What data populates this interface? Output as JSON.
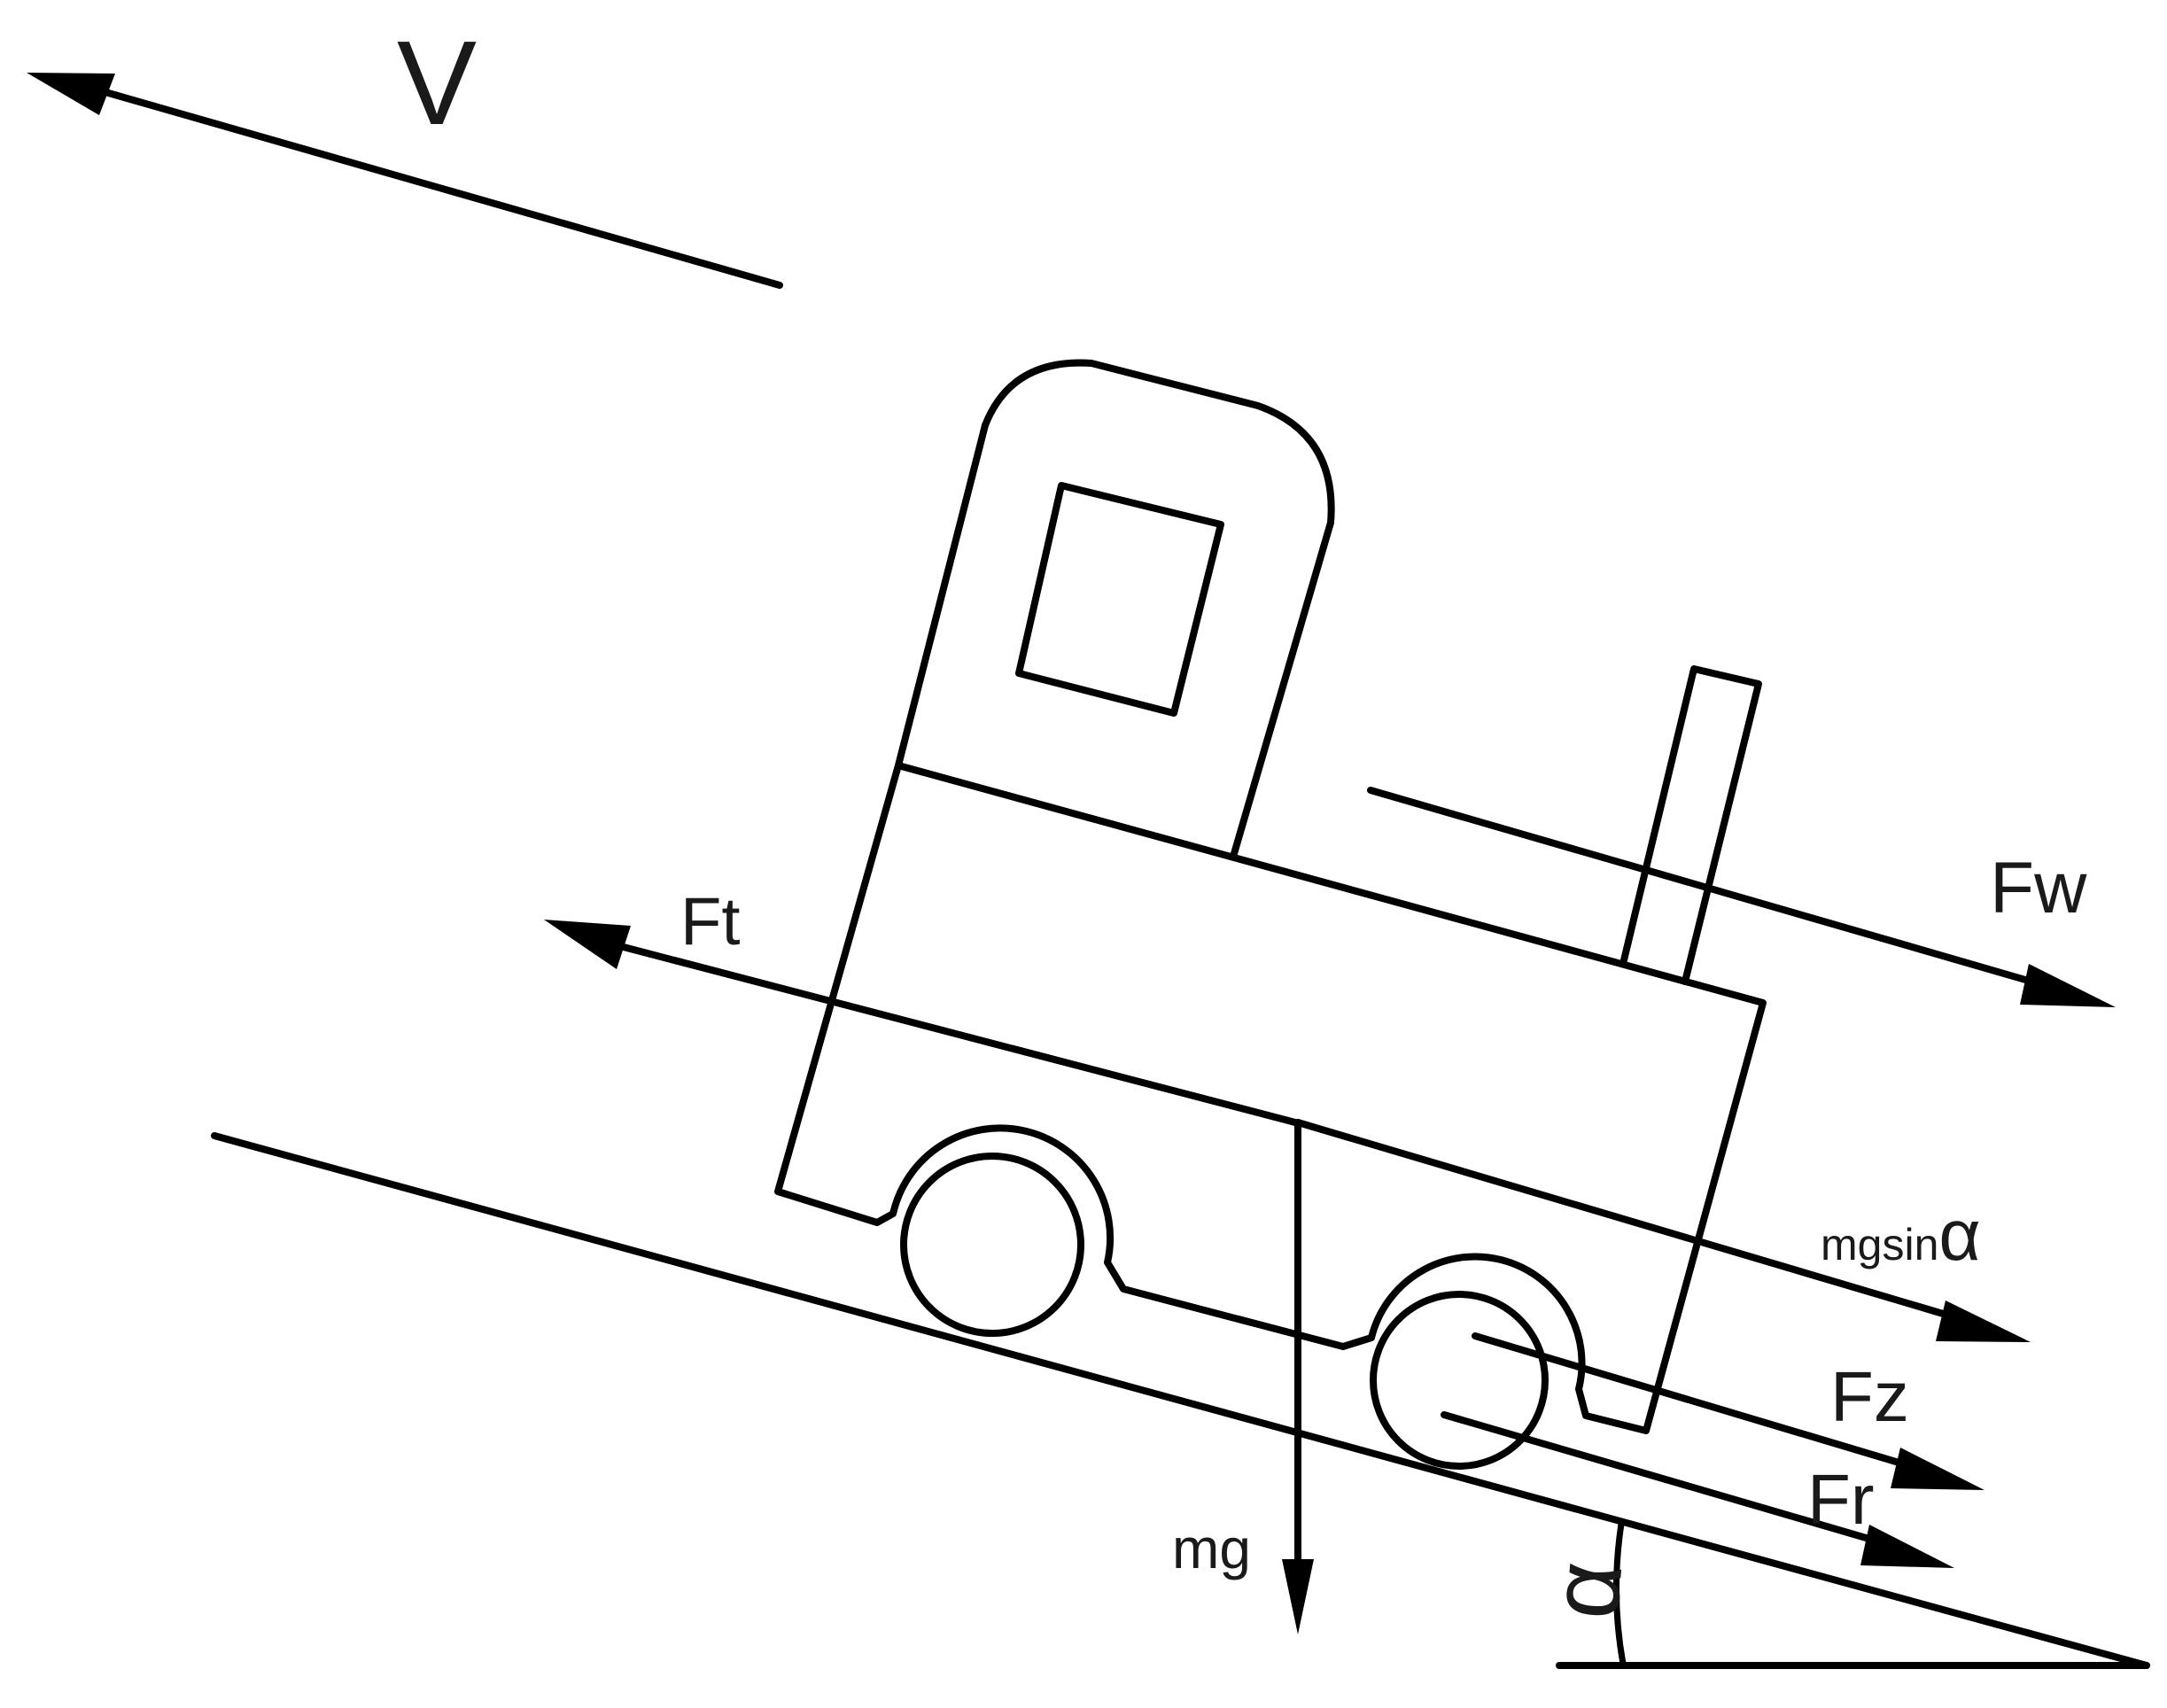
{
  "diagram": {
    "labels": {
      "velocity": "V",
      "traction_force": "Ft",
      "wind_force": "Fw",
      "gravity_component": "mgsin",
      "alpha_symbol": "α",
      "slope_force": "Fz",
      "rolling_force": "Fr",
      "gravity": "mg",
      "angle": "α"
    },
    "colors": {
      "stroke": "#000000",
      "background": "#ffffff"
    }
  }
}
